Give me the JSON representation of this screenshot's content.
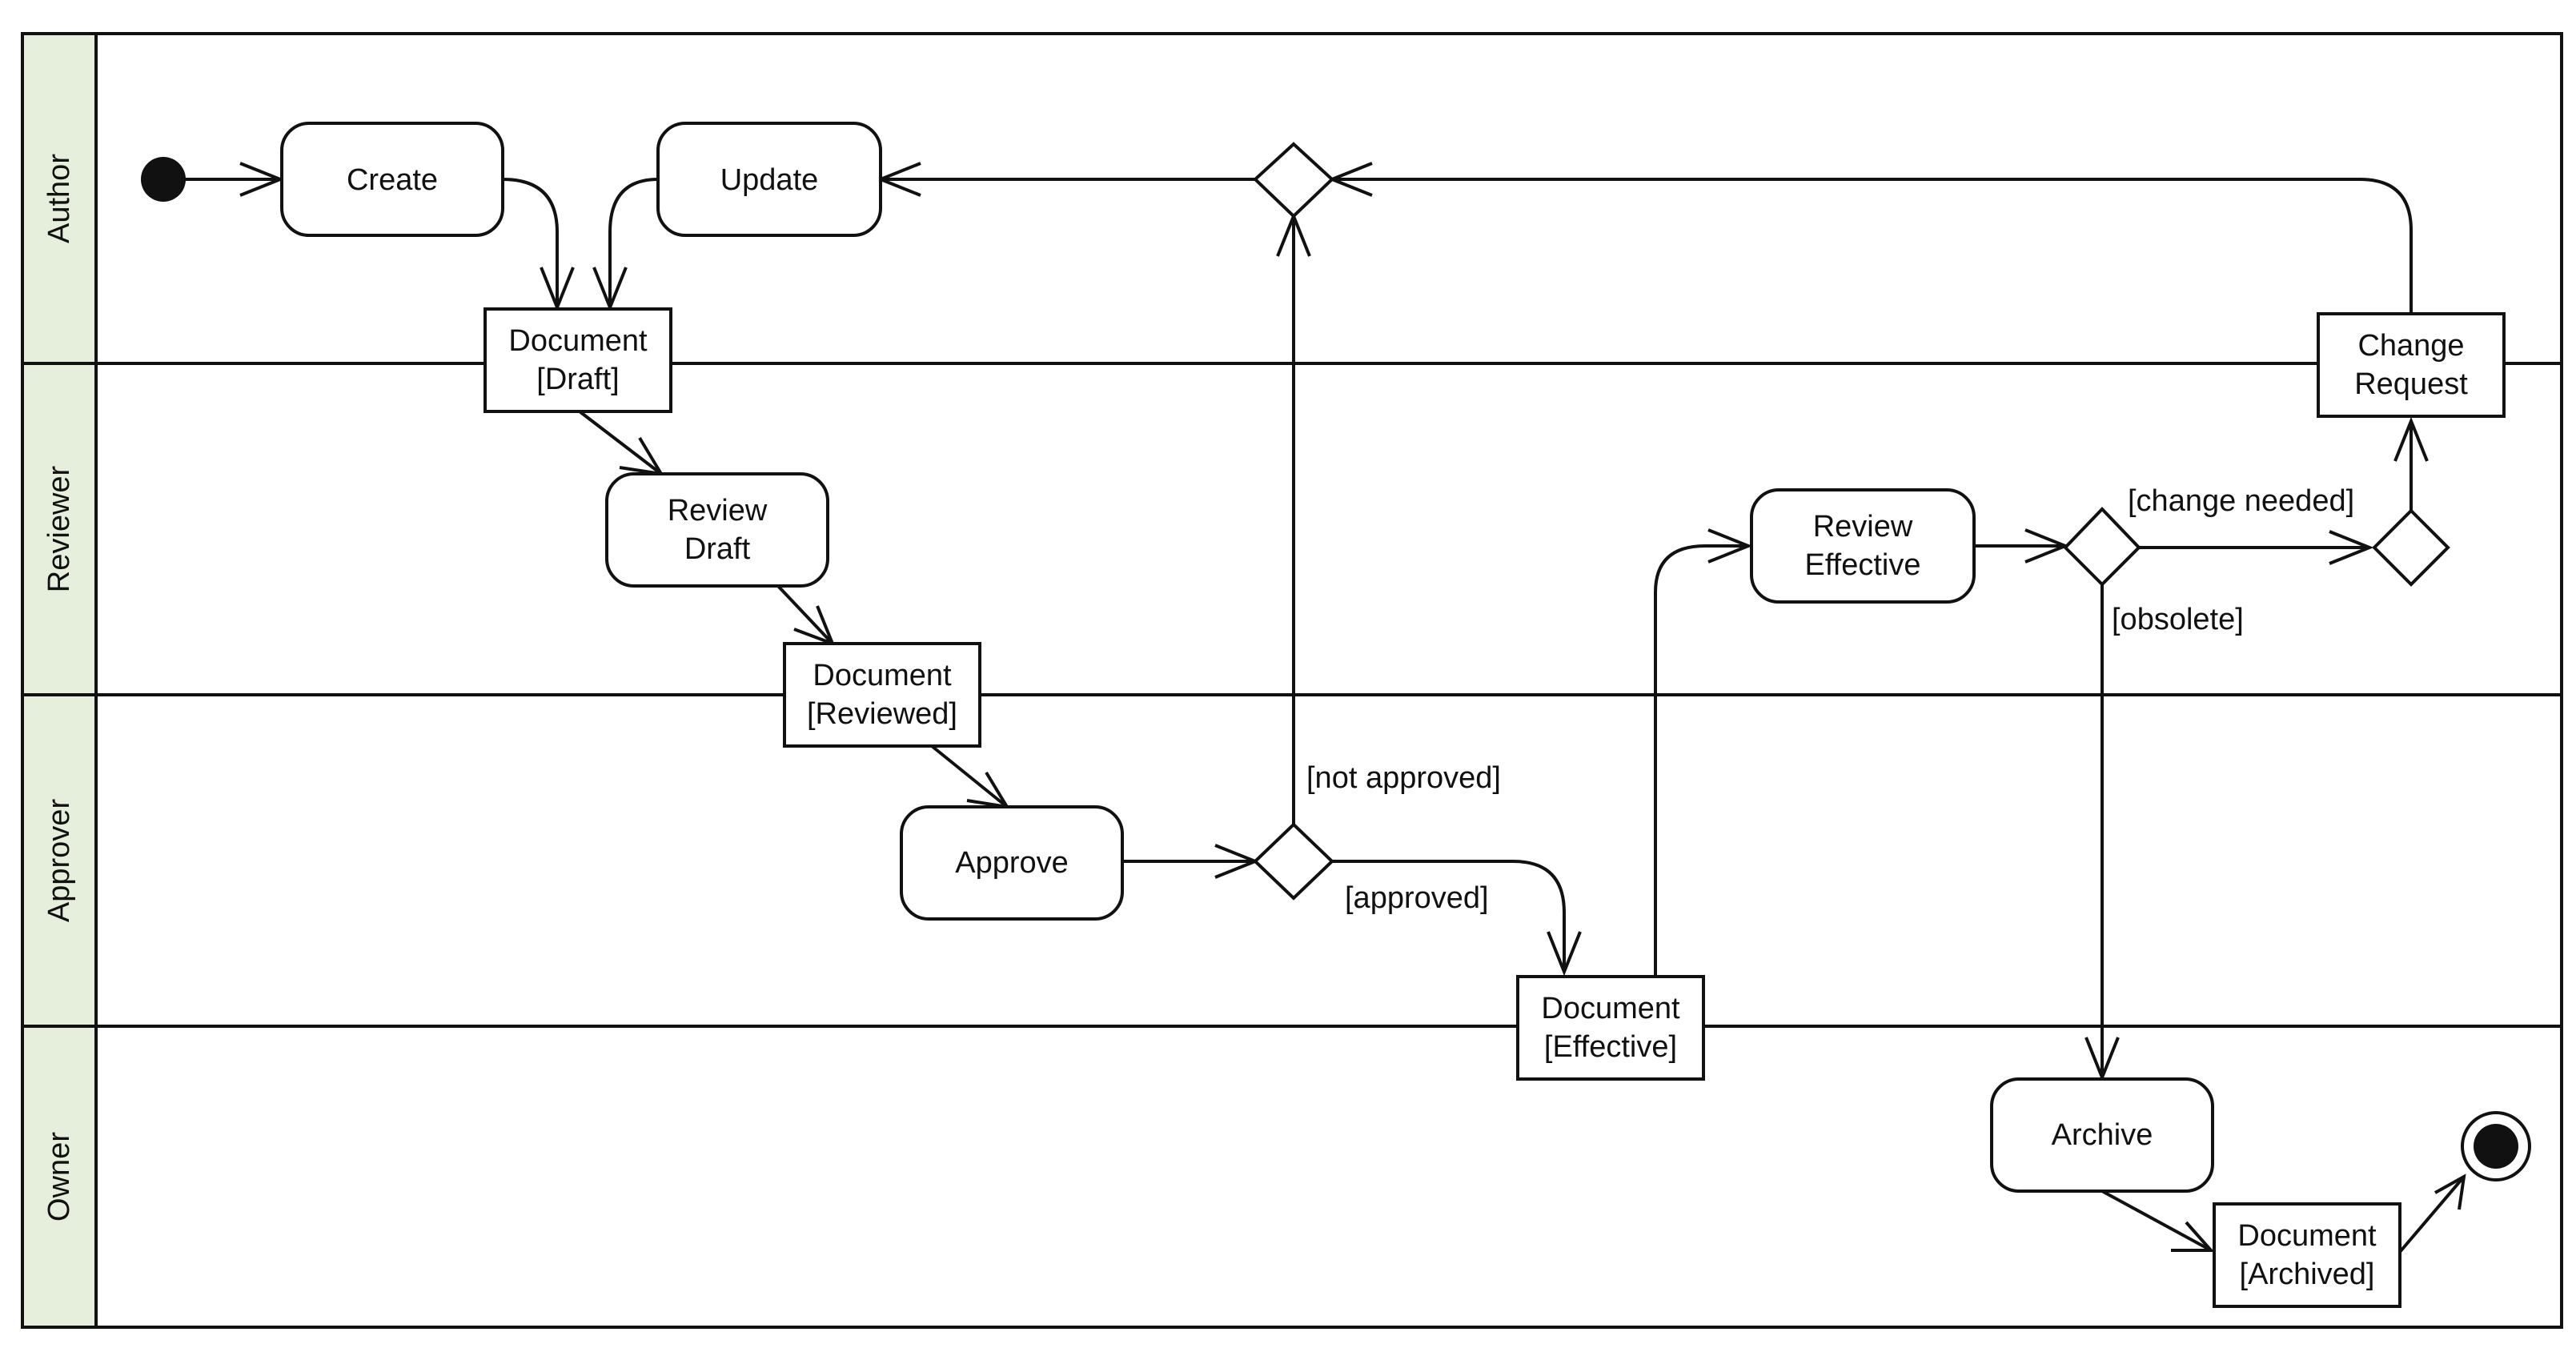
{
  "lanes": [
    {
      "id": "author",
      "label": "Author"
    },
    {
      "id": "reviewer",
      "label": "Reviewer"
    },
    {
      "id": "approver",
      "label": "Approver"
    },
    {
      "id": "owner",
      "label": "Owner"
    }
  ],
  "nodes": {
    "create": {
      "line1": "Create"
    },
    "update": {
      "line1": "Update"
    },
    "doc_draft": {
      "line1": "Document",
      "line2": "[Draft]"
    },
    "review_draft": {
      "line1": "Review",
      "line2": "Draft"
    },
    "doc_reviewed": {
      "line1": "Document",
      "line2": "[Reviewed]"
    },
    "approve": {
      "line1": "Approve"
    },
    "doc_effective": {
      "line1": "Document",
      "line2": "[Effective]"
    },
    "review_effective": {
      "line1": "Review",
      "line2": "Effective"
    },
    "change_request": {
      "line1": "Change",
      "line2": "Request"
    },
    "archive": {
      "line1": "Archive"
    },
    "doc_archived": {
      "line1": "Document",
      "line2": "[Archived]"
    }
  },
  "guards": {
    "not_approved": "[not approved]",
    "approved": "[approved]",
    "change_needed": "[change needed]",
    "obsolete": "[obsolete]"
  },
  "colors": {
    "lane_header": "#e6eedc",
    "stroke": "#111111",
    "background": "#ffffff"
  }
}
